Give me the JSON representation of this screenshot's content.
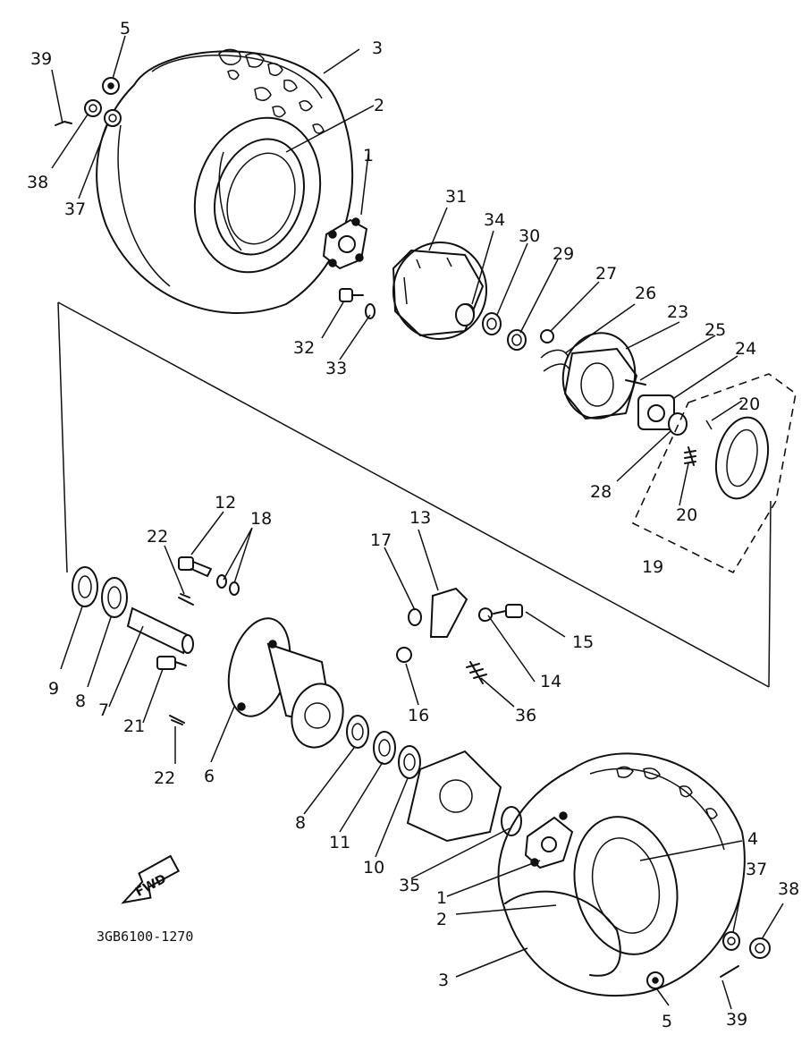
{
  "drawing_code": "3GB6100-1270",
  "fwd_label": "FWD",
  "labels": {
    "p1": "1",
    "p2": "2",
    "p3": "3",
    "p4": "4",
    "p5": "5",
    "p6": "6",
    "p7": "7",
    "p8": "8",
    "p9": "9",
    "p10": "10",
    "p11": "11",
    "p12": "12",
    "p13": "13",
    "p14": "14",
    "p15": "15",
    "p16": "16",
    "p17": "17",
    "p18": "18",
    "p19": "19",
    "p20": "20",
    "p21": "21",
    "p22": "22",
    "p23": "23",
    "p24": "24",
    "p25": "25",
    "p26": "26",
    "p27": "27",
    "p28": "28",
    "p29": "29",
    "p30": "30",
    "p31": "31",
    "p32": "32",
    "p33": "33",
    "p34": "34",
    "p35": "35",
    "p36": "36",
    "p37": "37",
    "p38": "38",
    "p39": "39"
  }
}
